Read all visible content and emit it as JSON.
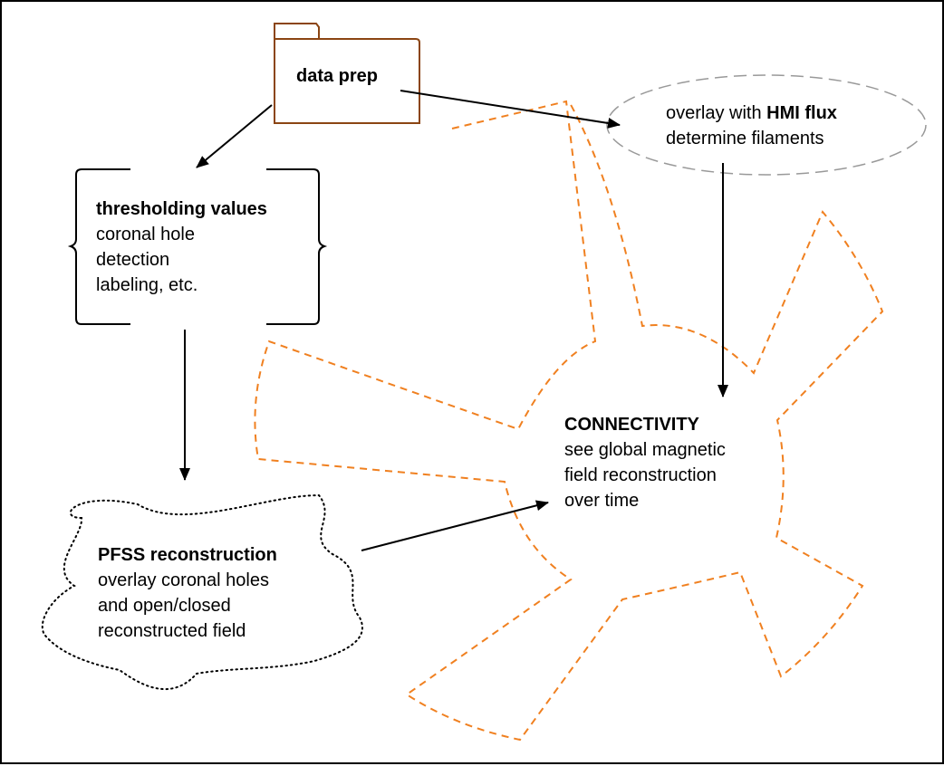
{
  "nodes": {
    "data_prep": {
      "title": "data prep"
    },
    "thresholding": {
      "title": "thresholding values",
      "lines": [
        "coronal hole",
        "detection",
        "labeling, etc."
      ]
    },
    "hmi": {
      "line1_prefix": "overlay with ",
      "line1_bold": "HMI flux",
      "line2": "determine filaments"
    },
    "connectivity": {
      "title": "CONNECTIVITY",
      "lines": [
        "see global magnetic",
        "field reconstruction",
        "over time"
      ]
    },
    "pfss": {
      "title": "PFSS reconstruction",
      "lines": [
        "overlay coronal holes",
        "and open/closed",
        "reconstructed field"
      ]
    }
  },
  "colors": {
    "folder": "#8B4513",
    "star_dash": "#F08020",
    "ellipse_dash": "#999999",
    "cloud_dots": "#000000",
    "arrow": "#000000"
  }
}
